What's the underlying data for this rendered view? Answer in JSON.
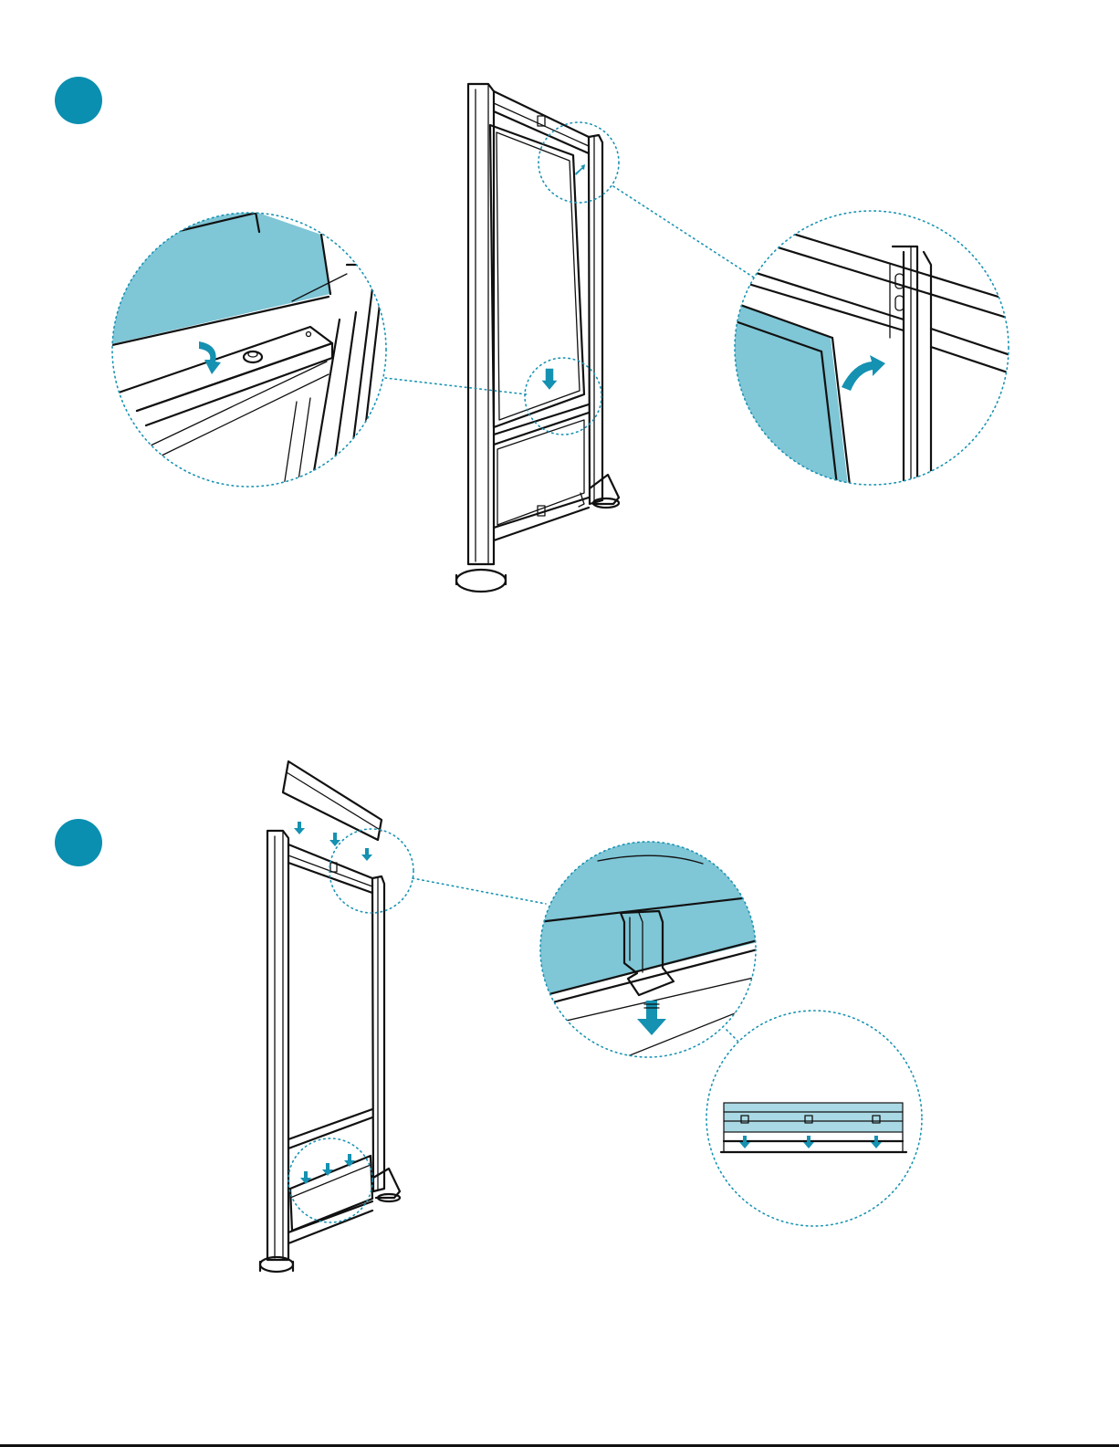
{
  "colors": {
    "step_marker": "#0a8fb0",
    "panel_fill": "#7fc6d6",
    "callout_dots": "#1a93b3",
    "arrow": "#1591b1",
    "line": "#111111"
  },
  "icons": [
    "step-marker-circle",
    "down-arrow-icon",
    "curved-arrow-icon"
  ],
  "steps": [
    {
      "marker": "step-1"
    },
    {
      "marker": "step-2"
    }
  ]
}
